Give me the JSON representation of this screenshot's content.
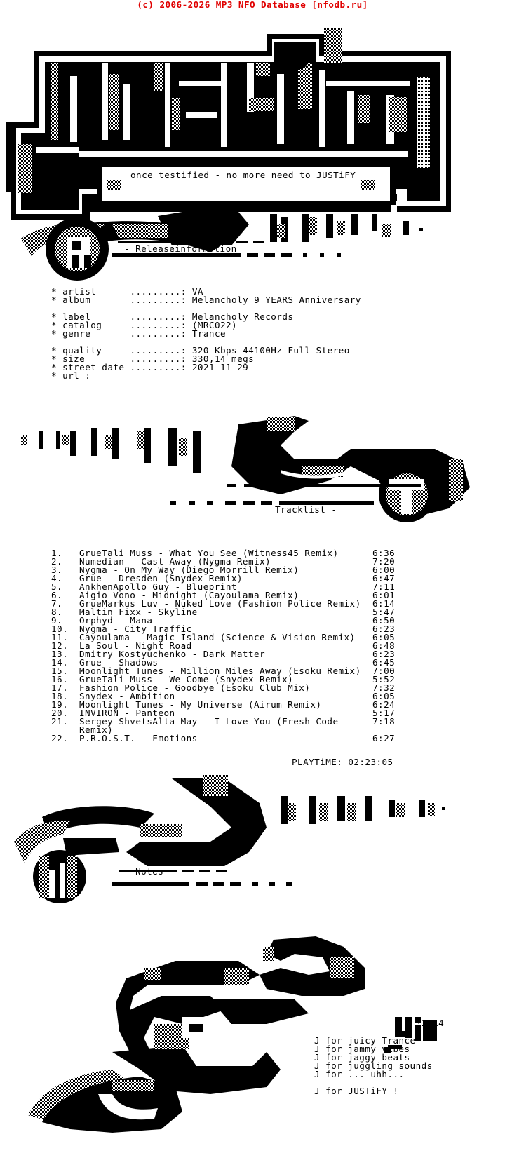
{
  "header": {
    "copyright": "(c) 2006-2026 MP3 NFO Database [nfodb.ru]",
    "color": "#e00000"
  },
  "logo": {
    "group": "JUSTiFY",
    "tagline": "once testified - no more need to JUSTiFY"
  },
  "sections": {
    "release": "- Releaseinformation",
    "tracklist": "Tracklist -",
    "notes": "- Notes"
  },
  "release_info": [
    {
      "label": "* artist      .........:",
      "value": "VA"
    },
    {
      "label": "* album       .........:",
      "value": "Melancholy 9 YEARS Anniversary"
    },
    {
      "label": "",
      "value": ""
    },
    {
      "label": "* label       .........:",
      "value": "Melancholy Records"
    },
    {
      "label": "* catalog     .........:",
      "value": "(MRC022)"
    },
    {
      "label": "* genre       .........:",
      "value": "Trance"
    },
    {
      "label": "",
      "value": ""
    },
    {
      "label": "* quality     .........:",
      "value": "320 Kbps 44100Hz Full Stereo"
    },
    {
      "label": "* size        .........:",
      "value": "330,14 megs"
    },
    {
      "label": "* street date .........:",
      "value": "2021-11-29"
    },
    {
      "label": "* url :",
      "value": ""
    }
  ],
  "tracklist": [
    {
      "num": "1.",
      "title": "GrueTali Muss - What You See (Witness45 Remix)",
      "time": "6:36"
    },
    {
      "num": "2.",
      "title": "Numedian - Cast Away (Nygma Remix)",
      "time": "7:20"
    },
    {
      "num": "3.",
      "title": "Nygma - On My Way (Diego Morrill Remix)",
      "time": "6:00"
    },
    {
      "num": "4.",
      "title": "Grue - Dresden (Snydex Remix)",
      "time": "6:47"
    },
    {
      "num": "5.",
      "title": "AnkhenApollo Guy - Blueprint",
      "time": "7:11"
    },
    {
      "num": "6.",
      "title": "Aigio Vono - Midnight (Cayoulama Remix)",
      "time": "6:01"
    },
    {
      "num": "7.",
      "title": "GrueMarkus Luv - Nuked Love (Fashion Police Remix)",
      "time": "6:14"
    },
    {
      "num": "8.",
      "title": "Maltin Fixx - Skyline",
      "time": "5:47"
    },
    {
      "num": "9.",
      "title": "Orphyd - Mana",
      "time": "6:50"
    },
    {
      "num": "10.",
      "title": "Nygma - City Traffic",
      "time": "6:23"
    },
    {
      "num": "11.",
      "title": "Cayoulama - Magic Island (Science & Vision Remix)",
      "time": "6:05"
    },
    {
      "num": "12.",
      "title": "La Soul - Night Road",
      "time": "6:48"
    },
    {
      "num": "13.",
      "title": "Dmitry Kostyuchenko - Dark Matter",
      "time": "6:23"
    },
    {
      "num": "14.",
      "title": "Grue - Shadows",
      "time": "6:45"
    },
    {
      "num": "15.",
      "title": "Moonlight Tunes - Million Miles Away (Esoku Remix)",
      "time": "7:00"
    },
    {
      "num": "16.",
      "title": "GrueTali Muss - We Come (Snydex Remix)",
      "time": "5:52"
    },
    {
      "num": "17.",
      "title": "Fashion Police - Goodbye (Esoku Club Mix)",
      "time": "7:32"
    },
    {
      "num": "18.",
      "title": "Snydex - Ambition",
      "time": "6:05"
    },
    {
      "num": "19.",
      "title": "Moonlight Tunes - My Universe (Airum Remix)",
      "time": "6:24"
    },
    {
      "num": "20.",
      "title": "INVIRON - Panteon",
      "time": "5:17"
    },
    {
      "num": "21.",
      "title": "Sergey ShvetsAlta May - I Love You (Fresh Code",
      "title_cont": "Remix)",
      "time": "7:18"
    },
    {
      "num": "22.",
      "title": "P.R.O.S.T. - Emotions",
      "time": "6:27"
    }
  ],
  "playtime": "PLAYTiME: 02:23:05",
  "signature": "*2o14",
  "notes": [
    "J for juicy Trance",
    "J for jammy vibes",
    "J for jaggy beats",
    "J for juggling sounds",
    "J for ... uhh...",
    "",
    "J for JUSTiFY !"
  ]
}
